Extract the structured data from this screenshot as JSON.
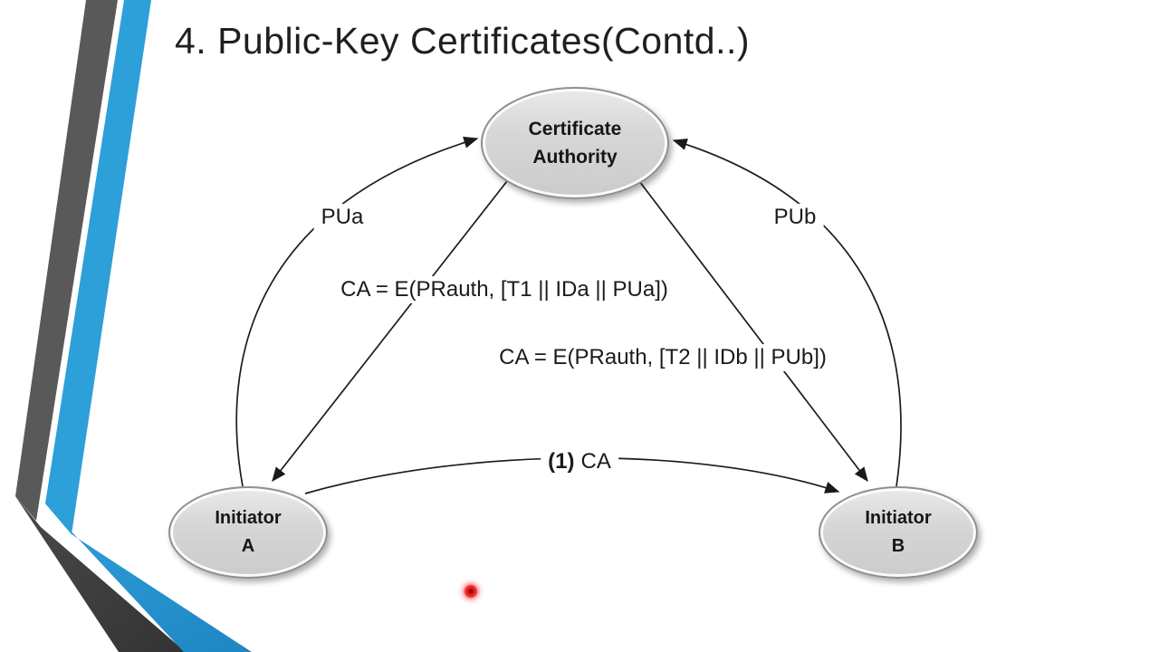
{
  "slide": {
    "title": "4. Public-Key Certificates(Contd..)"
  },
  "diagram": {
    "nodes": {
      "ca": {
        "line1": "Certificate",
        "line2": "Authority"
      },
      "initiator_a": {
        "line1": "Initiator",
        "line2": "A"
      },
      "initiator_b": {
        "line1": "Initiator",
        "line2": "B"
      }
    },
    "edge_labels": {
      "pua": "PUa",
      "pub": "PUb",
      "cert_a": "CA = E(PRauth, [T1 || IDa || PUa])",
      "cert_b": "CA = E(PRauth, [T2 || IDb || PUb])",
      "exchange_prefix": "(1)",
      "exchange_label": "CA"
    }
  },
  "decor": {
    "stripe_blue": "#2d9fd9",
    "stripe_blue_dark": "#1f86c2",
    "stripe_gray": "#595959",
    "stripe_gray_dark": "#363636",
    "node_border": "#8f8f8f",
    "laser_red": "#e32222"
  }
}
